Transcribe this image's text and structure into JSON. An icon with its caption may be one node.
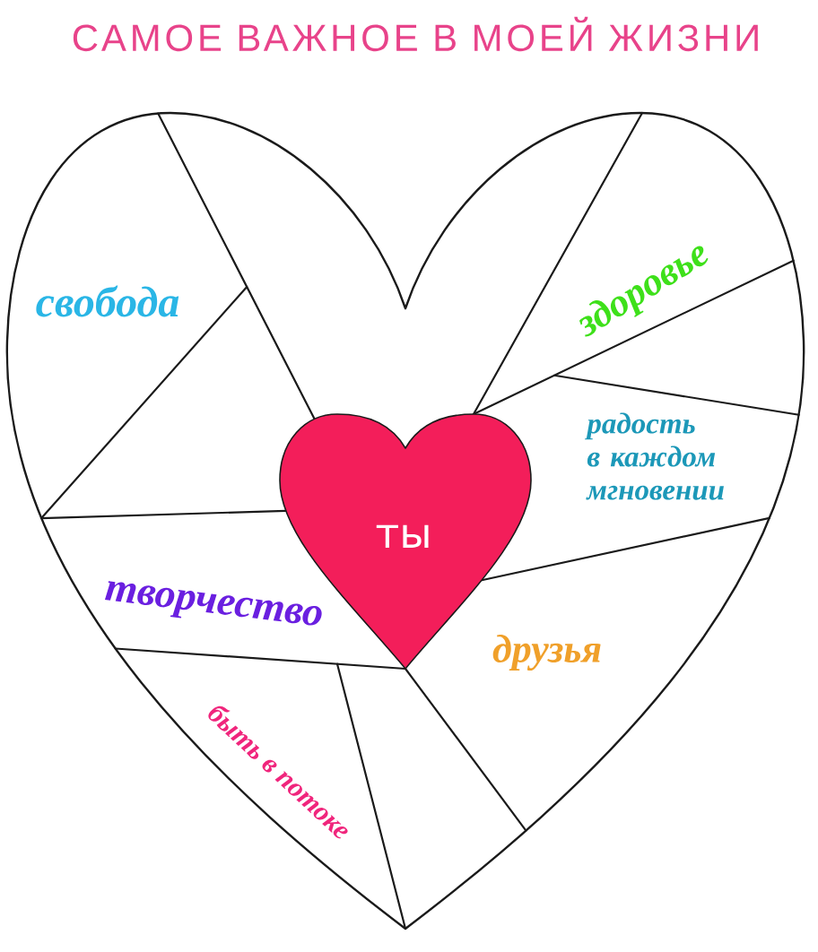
{
  "diagram": {
    "title": "САМОЕ ВАЖНОЕ В МОЕЙ ЖИЗНИ",
    "nodes": [
      {
        "text": [
          "свобода",
          "здоровье",
          "радость в каждом мгновении",
          "творчество",
          "друзья",
          "быть в потоке"
        ]
      },
      {
        "text": [
          "ты"
        ],
        "in": 0
      }
    ]
  }
}
